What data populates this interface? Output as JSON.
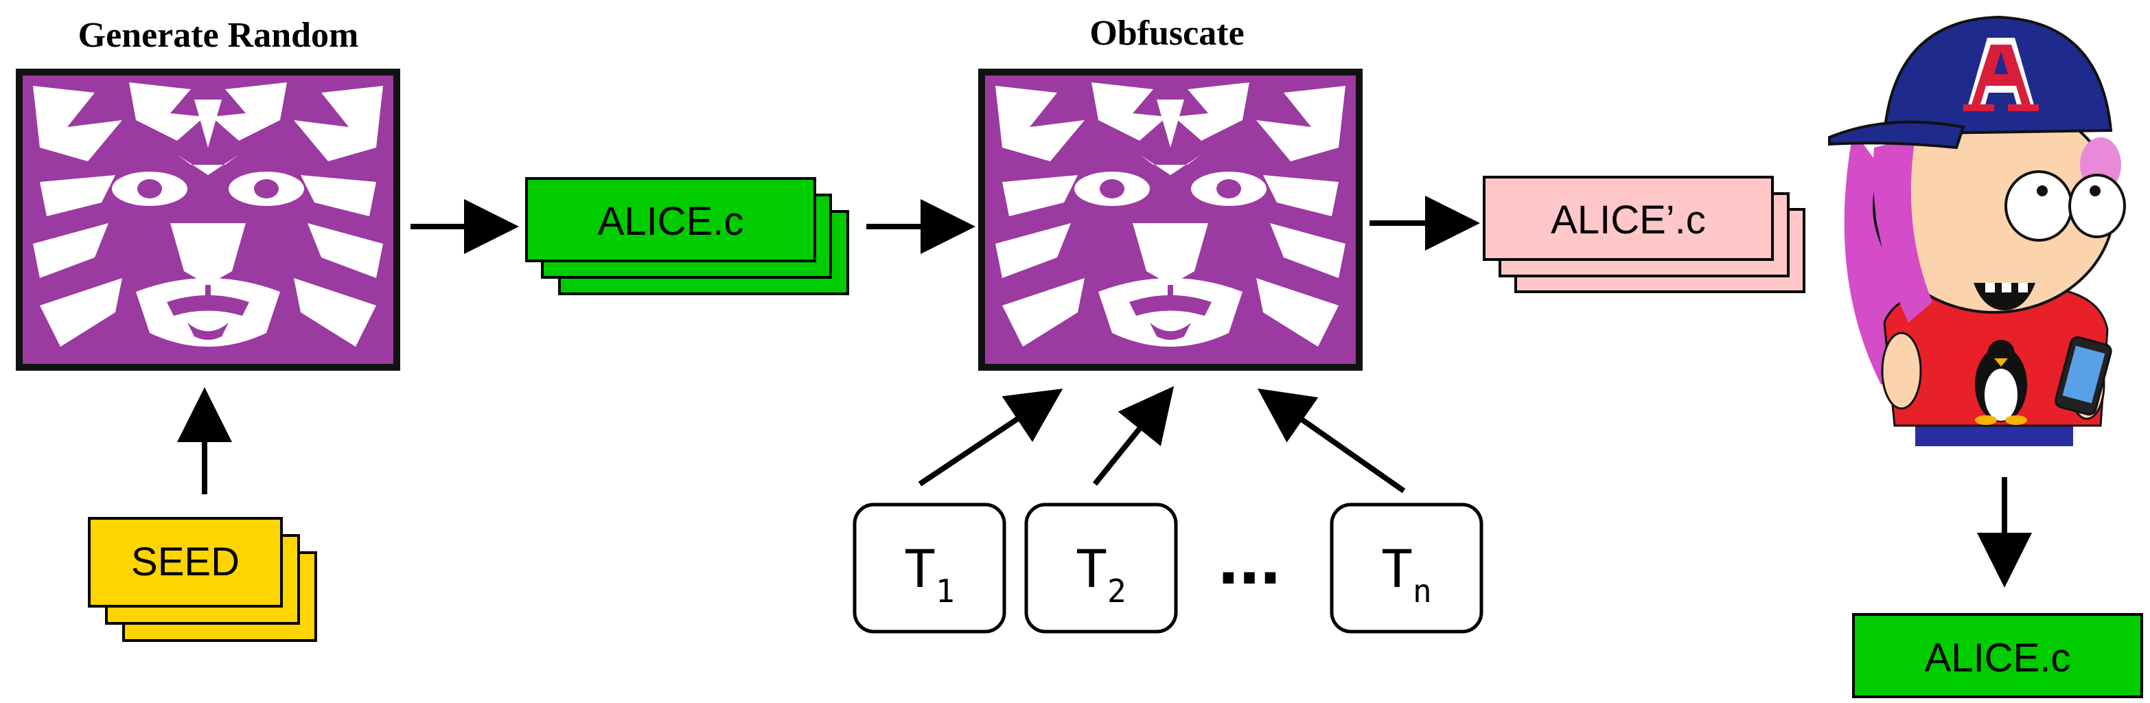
{
  "titles": {
    "generate": "Generate Random",
    "obfuscate": "Obfuscate"
  },
  "files": {
    "alice": "ALICE.c",
    "alice_prime": "ALICE’.c",
    "seed": "SEED",
    "alice_output": "ALICE.c"
  },
  "transforms": [
    {
      "letter": "T",
      "sub": "1"
    },
    {
      "letter": "T",
      "sub": "2"
    },
    {
      "letter": "T",
      "sub": "n"
    }
  ],
  "ellipsis": "...",
  "colors": {
    "tiger_purple": "#9b3aa0",
    "green": "#00cc00",
    "pink": "#ffc7c7",
    "yellow": "#ffd500",
    "cap_navy": "#1f2b8c",
    "cap_red": "#d81e3a",
    "shirt_red": "#e8202a",
    "hair_magenta": "#d44cc8",
    "skin": "#fbd3ad"
  },
  "icons": {
    "tiger_image": "tiger-face-icon",
    "character": "cartoon-character-icon",
    "university_logo": "letter-a-logo-icon",
    "penguin": "penguin-icon",
    "phone": "smartphone-icon"
  }
}
